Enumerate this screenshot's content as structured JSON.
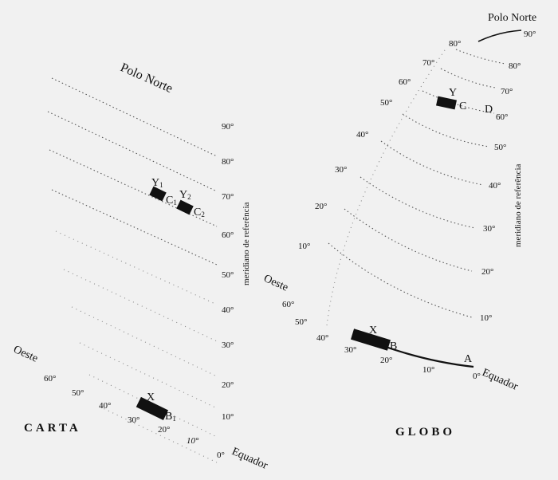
{
  "carta": {
    "pole_label": "Polo Norte",
    "meridian_label": "meridiano de referência",
    "west_label": "Oeste",
    "equator_label": "Equador",
    "title": "CARTA",
    "lat_labels": [
      "90°",
      "80°",
      "70°",
      "60°",
      "50°",
      "40°",
      "30°",
      "20°",
      "10°",
      "0°"
    ],
    "lon_labels": [
      "60°",
      "50°",
      "40°",
      "30°",
      "20°",
      "10°"
    ],
    "points": {
      "x": "X",
      "b1": "B",
      "b1_sub": "1",
      "y1": "Y",
      "y1_sub": "1",
      "c1": "C",
      "c1_sub": "1",
      "y2": "Y",
      "y2_sub": "2",
      "c2": "C",
      "c2_sub": "2"
    }
  },
  "globo": {
    "pole_label": "Polo Norte",
    "meridian_label": "meridiano de referência",
    "west_label": "Oeste",
    "equator_label": "Equador",
    "title": "GLOBO",
    "meridian_lat_labels": [
      "90°",
      "80°",
      "70°",
      "60°",
      "50°",
      "40°",
      "30°",
      "20°",
      "10°"
    ],
    "left_lat_labels": [
      "80°",
      "70°",
      "60°",
      "50°",
      "40°",
      "30°",
      "20°",
      "10°"
    ],
    "lon_labels": [
      "60°",
      "50°",
      "40°",
      "30°",
      "20°",
      "10°",
      "0°"
    ],
    "points": {
      "x": "X",
      "b": "B",
      "a": "A",
      "y": "Y",
      "c": "C",
      "d": "D"
    }
  }
}
